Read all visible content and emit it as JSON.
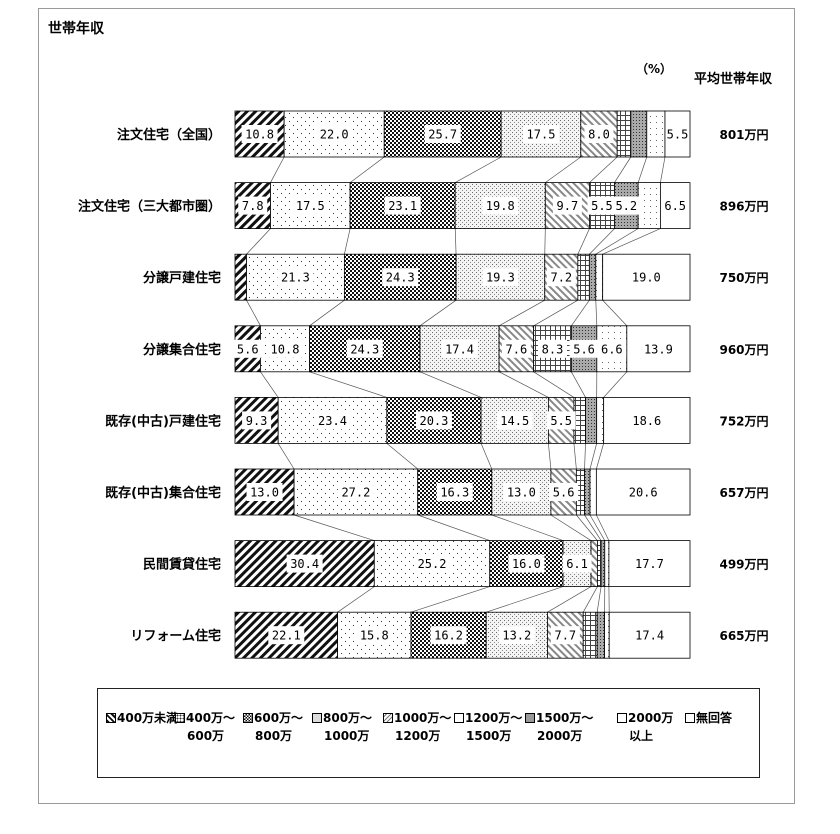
{
  "title": "世帯年収",
  "unit": "（%）",
  "avg_header": "平均世帯年収",
  "chart_data": {
    "type": "bar",
    "orientation": "horizontal",
    "stacked": true,
    "categories": [
      "注文住宅（全国）",
      "注文住宅（三大都市圏）",
      "分譲戸建住宅",
      "分譲集合住宅",
      "既存(中古)戸建住宅",
      "既存(中古)集合住宅",
      "民間賃貸住宅",
      "リフォーム住宅"
    ],
    "average_income": [
      "801万円",
      "896万円",
      "750万円",
      "960万円",
      "752万円",
      "657万円",
      "499万円",
      "665万円"
    ],
    "series": [
      {
        "name": "400万未満",
        "values": [
          10.8,
          7.8,
          2.5,
          5.6,
          9.3,
          13.0,
          30.4,
          22.1
        ]
      },
      {
        "name": "400万～600万",
        "values": [
          22.0,
          17.5,
          21.3,
          10.8,
          23.4,
          27.2,
          25.2,
          15.8
        ]
      },
      {
        "name": "600万～800万",
        "values": [
          25.7,
          23.1,
          24.3,
          24.3,
          20.3,
          16.3,
          16.0,
          16.2
        ]
      },
      {
        "name": "800万～1000万",
        "values": [
          17.5,
          19.8,
          19.3,
          17.4,
          14.5,
          13.0,
          6.1,
          13.2
        ]
      },
      {
        "name": "1000万～1200万",
        "values": [
          8.0,
          9.7,
          7.2,
          7.6,
          5.5,
          5.6,
          1.4,
          7.7
        ]
      },
      {
        "name": "1200万～1500万",
        "values": [
          3.0,
          5.5,
          2.5,
          8.3,
          2.5,
          1.8,
          0.8,
          3.0
        ]
      },
      {
        "name": "1500万～2000万",
        "values": [
          3.5,
          5.2,
          1.4,
          5.6,
          2.4,
          1.2,
          0.8,
          1.6
        ]
      },
      {
        "name": "2000万以上",
        "values": [
          4.0,
          4.9,
          1.5,
          6.6,
          1.5,
          1.4,
          0.9,
          1.0
        ]
      },
      {
        "name": "無回答",
        "values": [
          5.5,
          6.5,
          19.0,
          13.9,
          18.6,
          20.6,
          17.7,
          17.4
        ]
      }
    ],
    "labels": [
      [
        "10.8",
        "22.0",
        "25.7",
        "17.5",
        "8.0",
        "",
        "",
        "",
        "5.5"
      ],
      [
        "7.8",
        "17.5",
        "23.1",
        "19.8",
        "9.7",
        "5.5",
        "5.2",
        "",
        "6.5"
      ],
      [
        "",
        "21.3",
        "24.3",
        "19.3",
        "7.2",
        "",
        "",
        "",
        "19.0"
      ],
      [
        "5.6",
        "10.8",
        "24.3",
        "17.4",
        "7.6",
        "8.3",
        "5.6",
        "6.6",
        "13.9"
      ],
      [
        "9.3",
        "23.4",
        "20.3",
        "14.5",
        "5.5",
        "",
        "",
        "",
        "18.6"
      ],
      [
        "13.0",
        "27.2",
        "16.3",
        "13.0",
        "5.6",
        "",
        "",
        "",
        "20.6"
      ],
      [
        "30.4",
        "25.2",
        "16.0",
        "6.1",
        "",
        "",
        "",
        "",
        "17.7"
      ],
      [
        "22.1",
        "15.8",
        "16.2",
        "13.2",
        "7.7",
        "",
        "",
        "",
        "17.4"
      ]
    ],
    "xlim": [
      0,
      100
    ],
    "legend_position": "bottom",
    "grid": false
  },
  "legend": [
    {
      "line1": "400万未満",
      "line2": ""
    },
    {
      "line1": "400万～",
      "line2": "600万"
    },
    {
      "line1": "600万～",
      "line2": "800万"
    },
    {
      "line1": "800万～",
      "line2": "1000万"
    },
    {
      "line1": "1000万～",
      "line2": "1200万"
    },
    {
      "line1": "1200万～",
      "line2": "1500万"
    },
    {
      "line1": "1500万～",
      "line2": "2000万"
    },
    {
      "line1": "2000万",
      "line2": "以上"
    },
    {
      "line1": "無回答",
      "line2": ""
    }
  ]
}
